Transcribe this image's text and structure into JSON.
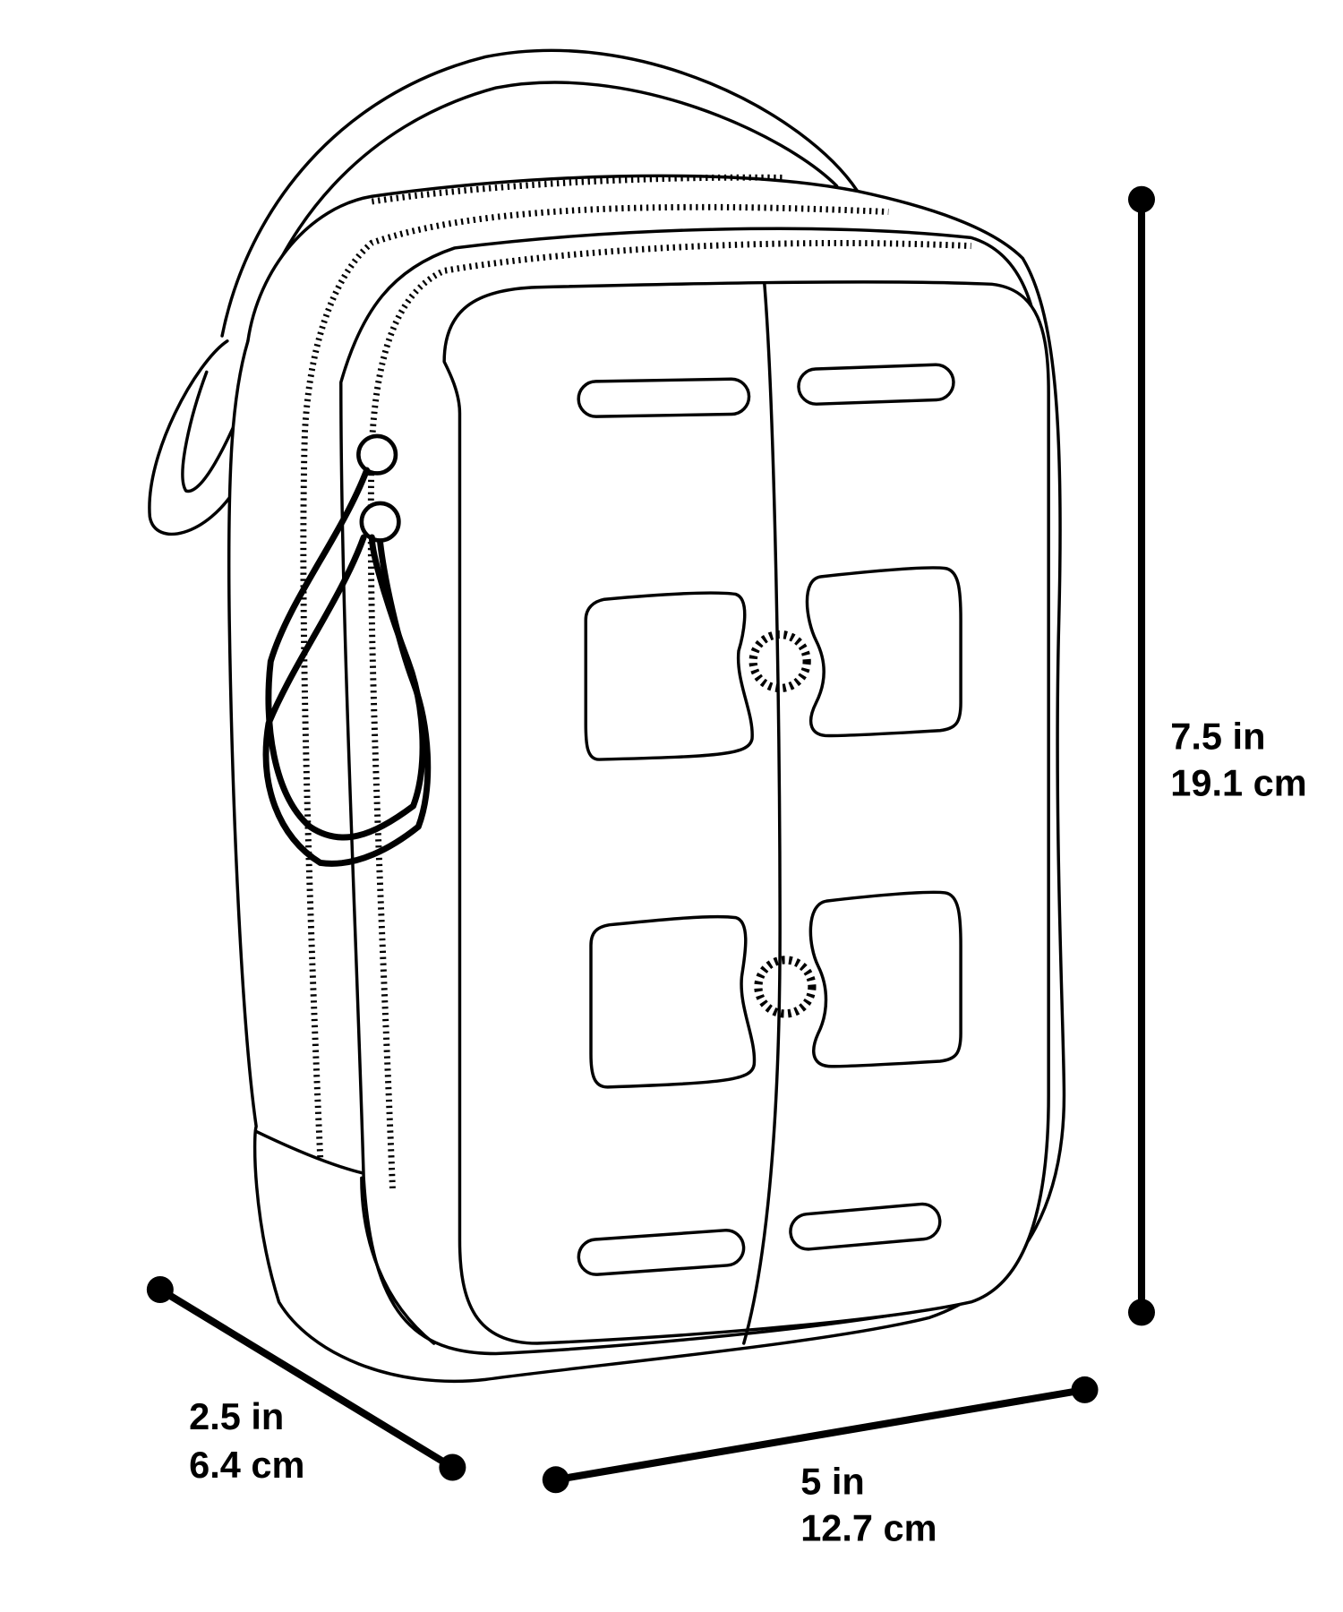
{
  "dimensions": {
    "height": {
      "imperial": "7.5 in",
      "metric": "19.1 cm"
    },
    "depth": {
      "imperial": "2.5 in",
      "metric": "6.4 cm"
    },
    "width": {
      "imperial": "5 in",
      "metric": "12.7 cm"
    }
  },
  "colors": {
    "line": "#000000",
    "background": "#ffffff"
  }
}
